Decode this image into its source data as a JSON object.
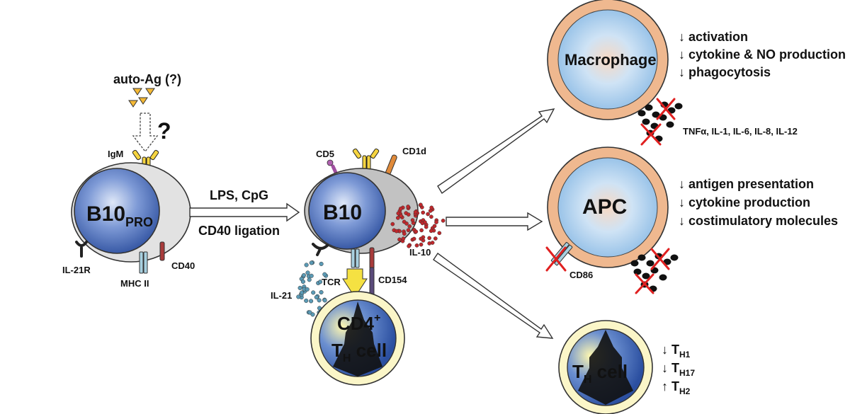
{
  "colors": {
    "nucleus_blue": "#3b5fb0",
    "cell_gray": "#e2e2e2",
    "macrophage_ring": "#efb88f",
    "th_cell_fill": "#fbf6c8",
    "il10_red": "#c0282c",
    "il21_teal": "#5b9ab5",
    "antigen_yellow": "#f5b935",
    "block_x_red": "#e02020"
  },
  "icons": {
    "antigen": "triangle-icon",
    "question": "question-icon",
    "receptor": "y-receptor-icon",
    "block": "x-cross-icon",
    "arrow": "hollow-arrow-icon"
  },
  "b10pro": {
    "question_mark": "?",
    "autoag": "auto-Ag (?)",
    "igm": "IgM",
    "name": "B10",
    "name_sub": "PRO",
    "il21r": "IL-21R",
    "mhc": "MHC II",
    "cd40": "CD40"
  },
  "stimuli": {
    "line1": "LPS, CpG",
    "line2": "CD40 ligation"
  },
  "b10": {
    "name": "B10",
    "cd5": "CD5",
    "cd1d": "CD1d",
    "il10": "IL-10",
    "il21": "IL-21",
    "tcr": "TCR",
    "cd154": "CD154"
  },
  "cd4": {
    "line1": "CD4",
    "sup": "+",
    "line2_t": "T",
    "line2_sub": "H",
    "line2_rest": " cell"
  },
  "macrophage": {
    "name": "Macrophage",
    "effects": [
      "↓ activation",
      "↓ cytokine & NO production",
      "↓ phagocytosis"
    ],
    "cytokines": "TNFα, IL-1, IL-6, IL-8, IL-12"
  },
  "apc": {
    "name": "APC",
    "effects": [
      "↓ antigen presentation",
      "↓ cytokine production",
      "↓ costimulatory molecules"
    ],
    "cd86": "CD86"
  },
  "th": {
    "t": "T",
    "sub": "H",
    "rest": " cell",
    "effects": [
      {
        "arrow": "↓ T",
        "sub": "H1"
      },
      {
        "arrow": "↓ T",
        "sub": "H17"
      },
      {
        "arrow": "↑ T",
        "sub": "H2"
      }
    ]
  }
}
